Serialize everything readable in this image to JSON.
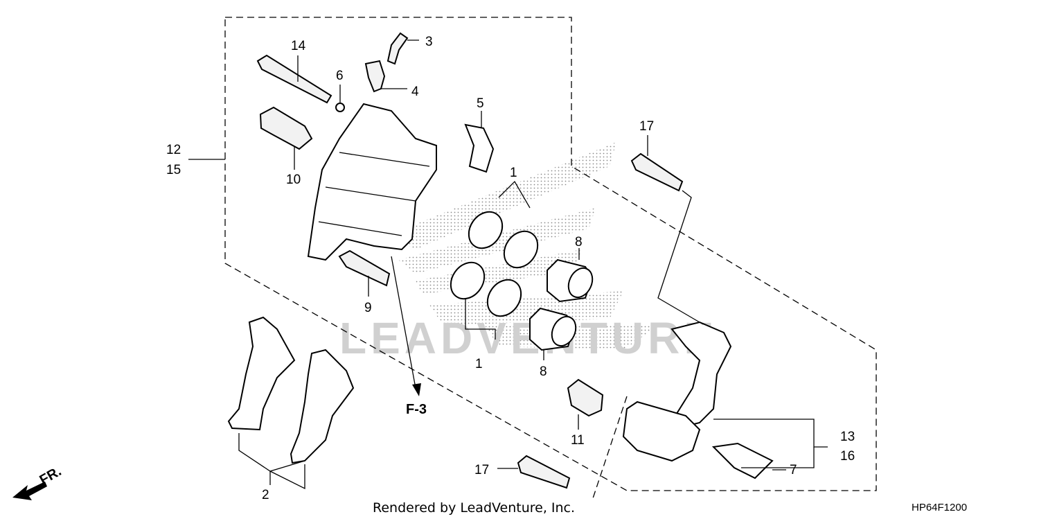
{
  "callouts": {
    "c1a": "1",
    "c1b": "1",
    "c2": "2",
    "c3": "3",
    "c4": "4",
    "c5": "5",
    "c6": "6",
    "c7": "7",
    "c8a": "8",
    "c8b": "8",
    "c9": "9",
    "c10": "10",
    "c11": "11",
    "c12": "12",
    "c13": "13",
    "c14": "14",
    "c15": "15",
    "c16": "16",
    "c17a": "17",
    "c17b": "17"
  },
  "reference": "F-3",
  "direction": "FR.",
  "watermark": "LEADVENTURE",
  "footer": "Rendered by LeadVenture, Inc.",
  "diagram_code": "HP64F1200"
}
